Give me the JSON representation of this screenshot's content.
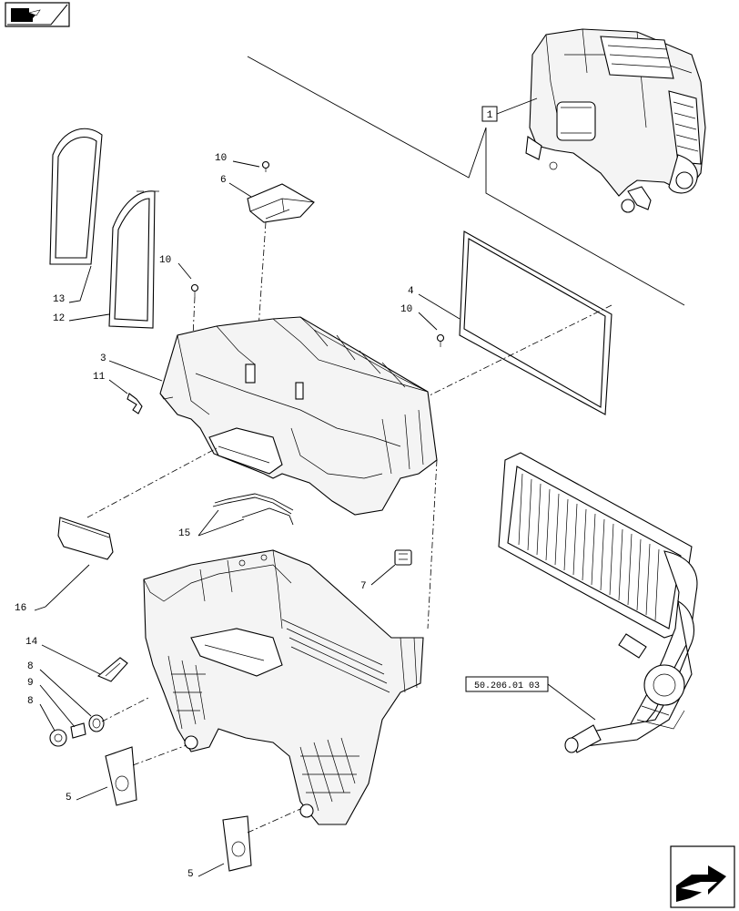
{
  "nav": {
    "top_icon": "book-arrow-icon",
    "bottom_icon": "next-page-arrow-icon"
  },
  "callouts": [
    {
      "id": "c1",
      "text": "1"
    },
    {
      "id": "c2",
      "text": "10"
    },
    {
      "id": "c3",
      "text": "6"
    },
    {
      "id": "c4",
      "text": "10"
    },
    {
      "id": "c5",
      "text": "13"
    },
    {
      "id": "c6",
      "text": "12"
    },
    {
      "id": "c7",
      "text": "4"
    },
    {
      "id": "c8",
      "text": "10"
    },
    {
      "id": "c9",
      "text": "3"
    },
    {
      "id": "c10",
      "text": "11"
    },
    {
      "id": "c11",
      "text": "15"
    },
    {
      "id": "c12",
      "text": "7"
    },
    {
      "id": "c13",
      "text": "16"
    },
    {
      "id": "c14",
      "text": "14"
    },
    {
      "id": "c15",
      "text": "8"
    },
    {
      "id": "c16",
      "text": "9"
    },
    {
      "id": "c17",
      "text": "8"
    },
    {
      "id": "c18",
      "text": "5"
    },
    {
      "id": "c19",
      "text": "5"
    }
  ],
  "reference": {
    "text": "50.206.01 03"
  }
}
